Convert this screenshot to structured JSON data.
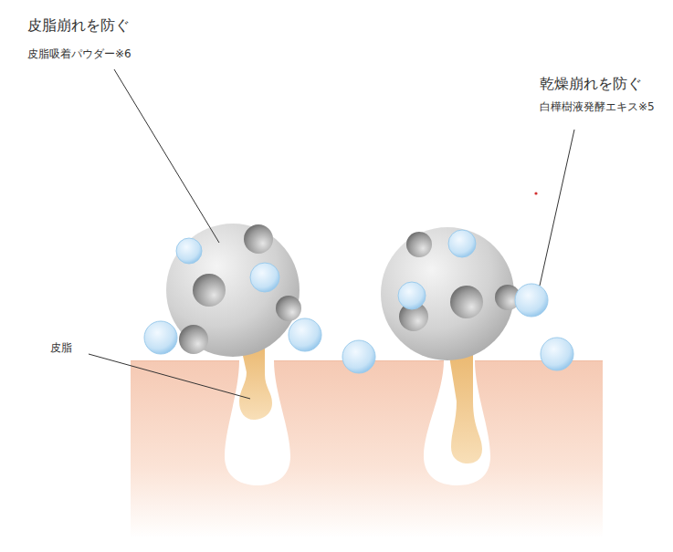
{
  "diagram": {
    "labels": [
      "皮脂崩れを防ぐ",
      "皮脂吸着パウダー※6",
      "乾燥崩れを防ぐ",
      "白樺樹液発酵エキス※5",
      "皮脂"
    ]
  }
}
